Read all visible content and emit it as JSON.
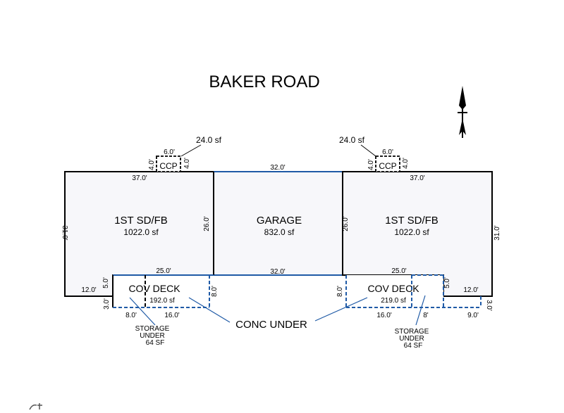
{
  "title": "BAKER ROAD",
  "left_unit": {
    "name": "1ST SD/FB",
    "area": "1022.0 sf",
    "dim_top": "37.0'",
    "dim_side": "31.0'",
    "dim_inner": "26.0'",
    "dim_deck_top": "25.0'",
    "dim_bottom_ext": "12.0'",
    "dim_step": "5.0'"
  },
  "right_unit": {
    "name": "1ST SD/FB",
    "area": "1022.0 sf",
    "dim_top": "37.0'",
    "dim_side": "31.0'",
    "dim_inner": "26.0'",
    "dim_deck_top": "25.0'",
    "dim_bottom_ext": "12.0'",
    "dim_step": "5.0'"
  },
  "garage": {
    "name": "GARAGE",
    "area": "832.0 sf",
    "dim_top": "32.0'",
    "dim_bottom": "32.0'"
  },
  "ccp_left": {
    "label": "CCP",
    "area": "24.0 sf",
    "width": "6.0'",
    "depth_l": "4.0'",
    "depth_r": "4.0'"
  },
  "ccp_right": {
    "label": "CCP",
    "area": "24.0 sf",
    "width": "6.0'",
    "depth_l": "4.0'",
    "depth_r": "4.0'"
  },
  "deck_left": {
    "label": "COV DECK",
    "area": "192.0 sf",
    "dim_left": "3.0'",
    "dim_right": "8.0'",
    "dim_b1": "8.0'",
    "dim_b2": "16.0'"
  },
  "deck_right": {
    "label": "COV DECK",
    "area": "219.0 sf",
    "dim_left": "8.0'",
    "dim_right": "3.0'",
    "dim_b1": "16.0'",
    "dim_b2": "8'",
    "dim_b3": "9.0'"
  },
  "storage_left": {
    "line1": "STORAGE",
    "line2": "UNDER",
    "line3": "64 SF"
  },
  "storage_right": {
    "line1": "STORAGE",
    "line2": "UNDER",
    "line3": "64 SF"
  },
  "conc_under": "CONC UNDER",
  "icons": {
    "north": "north-arrow-icon"
  }
}
